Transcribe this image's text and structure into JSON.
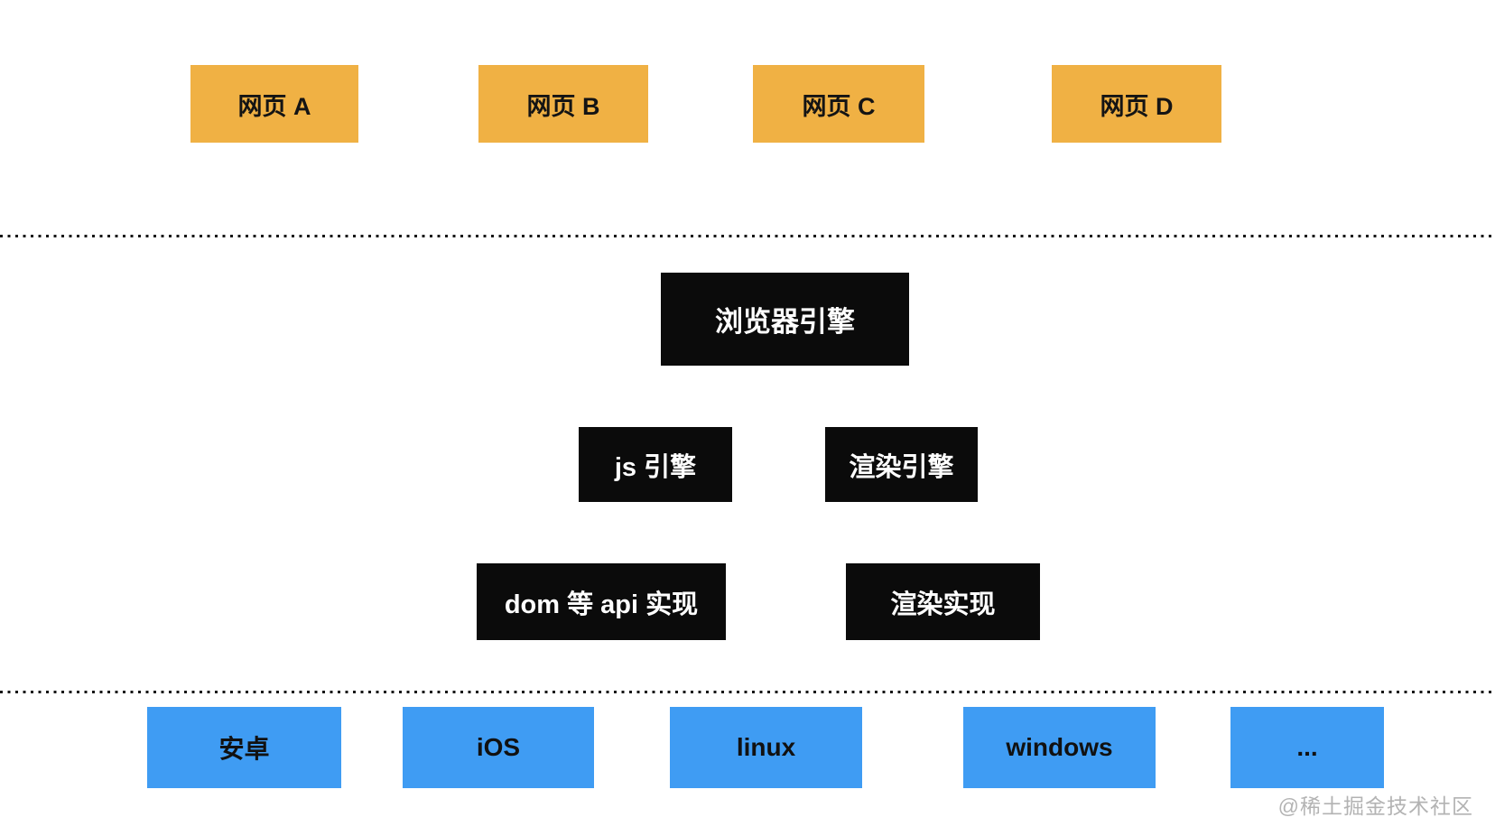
{
  "web_pages": {
    "items": [
      {
        "label": "网页 A"
      },
      {
        "label": "网页 B"
      },
      {
        "label": "网页 C"
      },
      {
        "label": "网页 D"
      }
    ]
  },
  "engine_layer": {
    "browser_engine": {
      "label": "浏览器引擎"
    },
    "js_engine": {
      "label": "js 引擎"
    },
    "render_engine": {
      "label": "渲染引擎"
    },
    "dom_api_impl": {
      "label": "dom 等 api 实现"
    },
    "render_impl": {
      "label": "渲染实现"
    }
  },
  "platforms": {
    "items": [
      {
        "label": "安卓"
      },
      {
        "label": "iOS"
      },
      {
        "label": "linux"
      },
      {
        "label": "windows"
      },
      {
        "label": "..."
      }
    ]
  },
  "watermark": {
    "text": "@稀土掘金技术社区"
  },
  "colors": {
    "webpage_box": "#f0b144",
    "engine_box": "#0b0b0b",
    "platform_box": "#3f9cf3",
    "dotted_line": "#161616",
    "watermark_text": "#b3b3b3"
  }
}
